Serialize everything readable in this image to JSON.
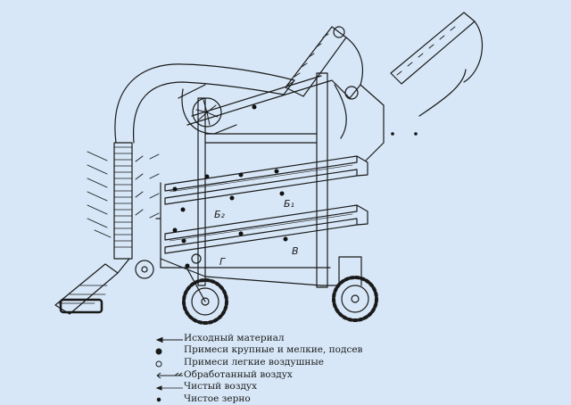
{
  "diagram": {
    "labels": {
      "b2": "Б₂",
      "b1": "Б₁",
      "v": "В",
      "g": "Г"
    }
  },
  "legend": {
    "items": [
      {
        "symbol": "arrow",
        "text": "Исходный материал"
      },
      {
        "symbol": "filled-dot",
        "text": "Примеси крупные и мелкие, подсев"
      },
      {
        "symbol": "hollow-dot",
        "text": "Примеси легкие воздушные"
      },
      {
        "symbol": "feather-arrow",
        "text": "Обработанный воздух"
      },
      {
        "symbol": "thin-arrow",
        "text": "Чистый воздух"
      },
      {
        "symbol": "small-dot",
        "text": "Чистое зерно"
      }
    ]
  }
}
